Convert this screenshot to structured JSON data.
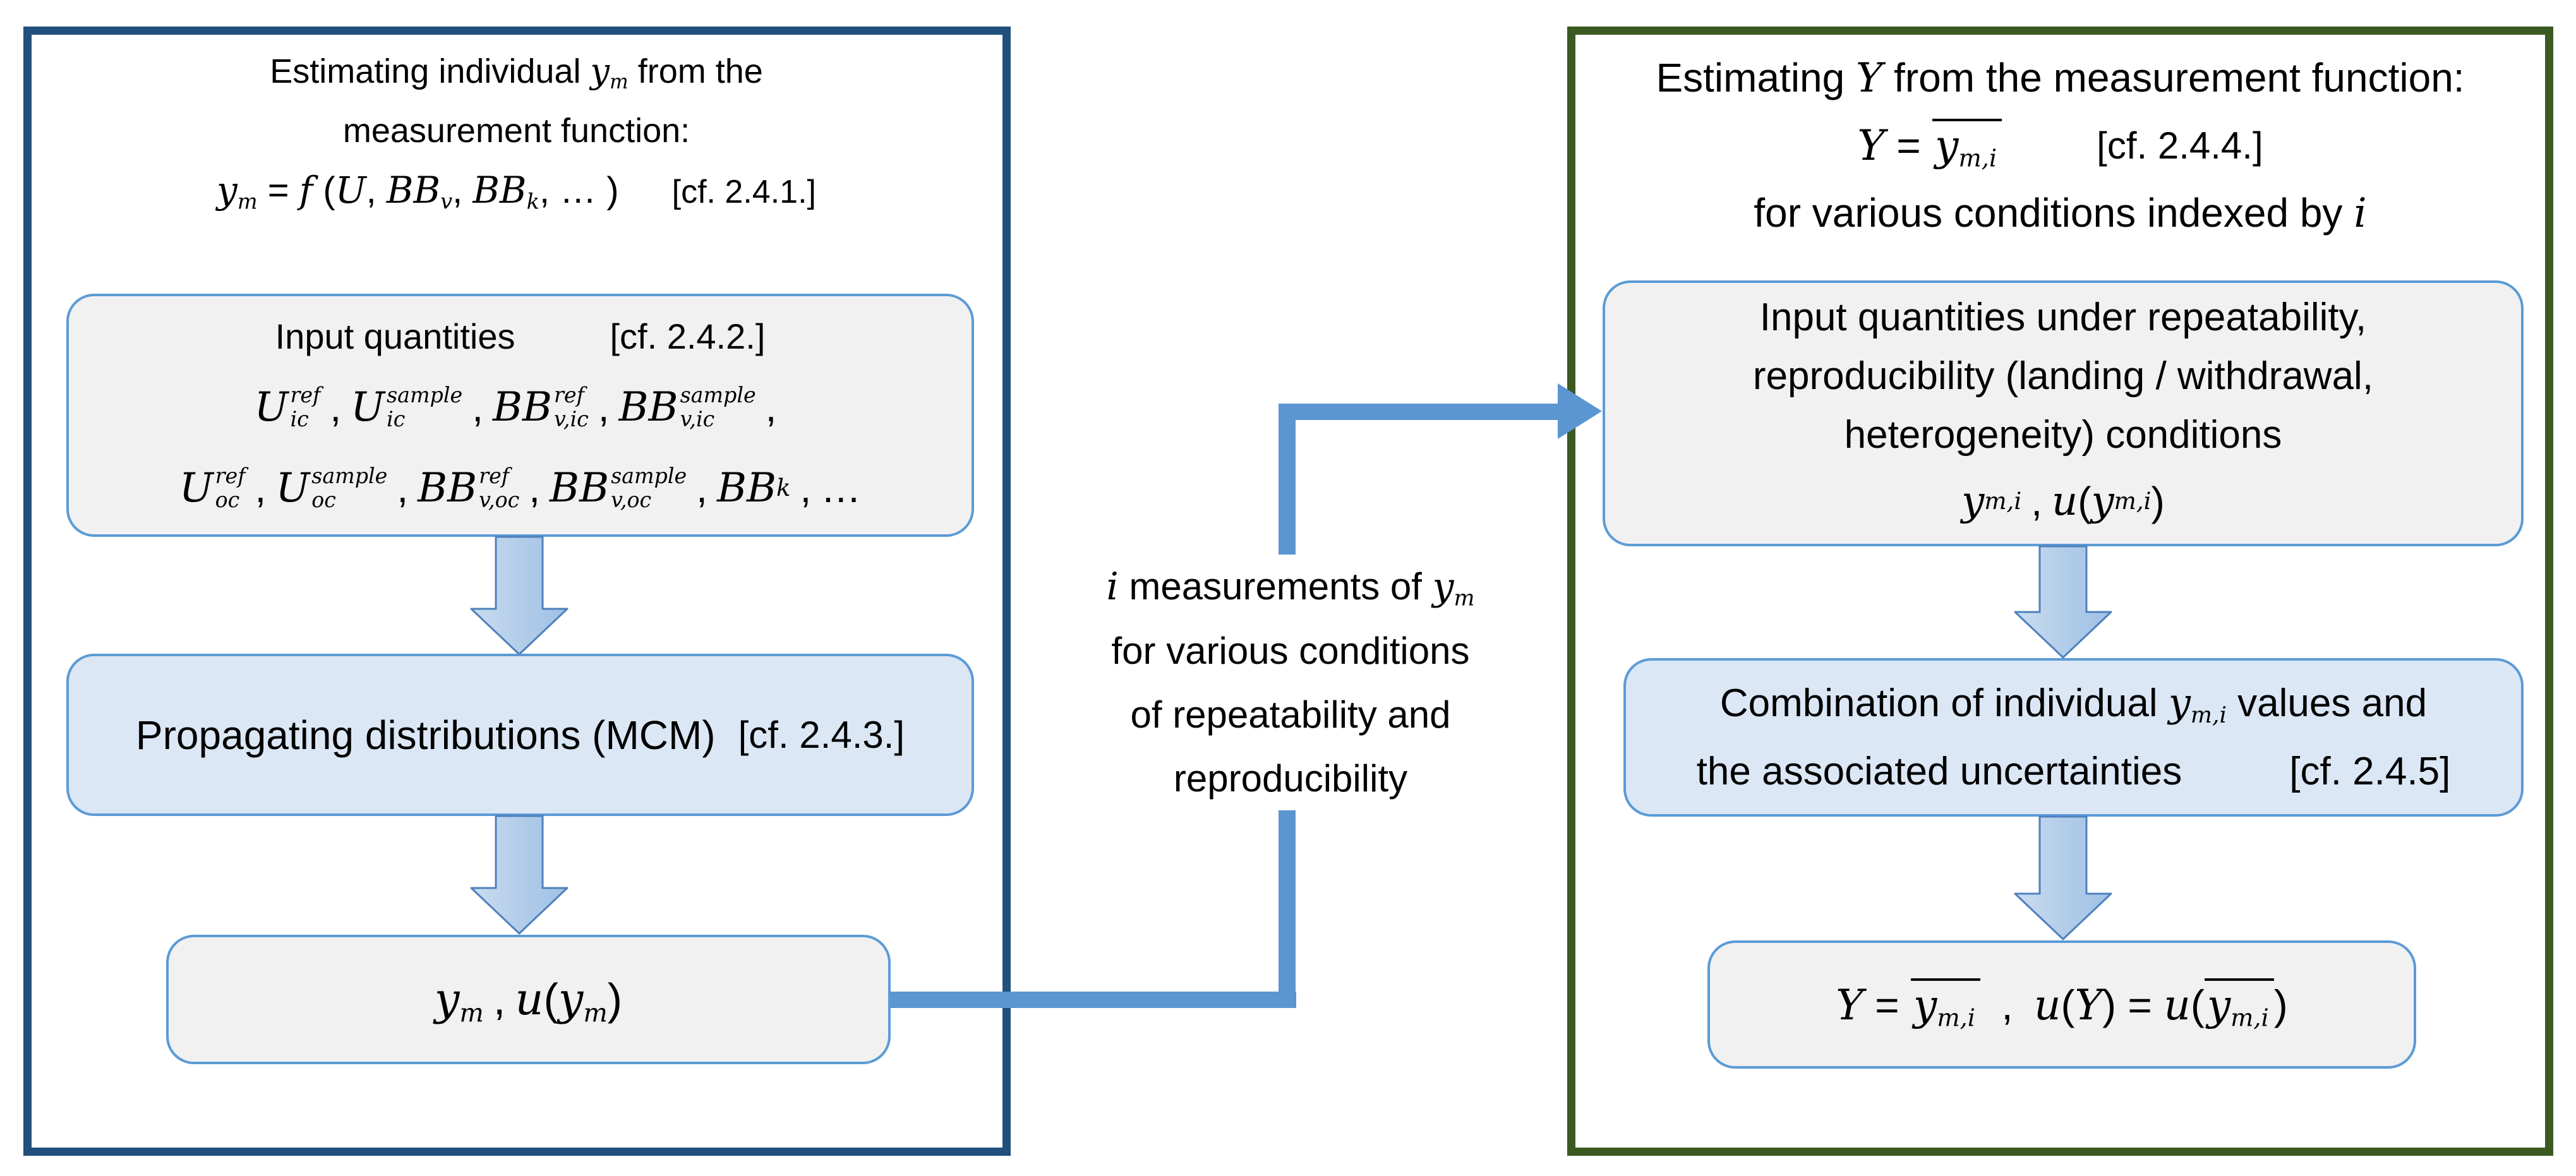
{
  "colors": {
    "left_panel_border": "#21507C",
    "right_panel_border": "#3B5A22",
    "box_border": "#5B9BD5",
    "box_fill_gray": "#F1F1F2",
    "box_fill_blue": "#DBE7F5",
    "connector": "#5B95D2",
    "arrow_fill_light": "#CBDDF0",
    "arrow_fill_dark": "#9FC1E5",
    "arrow_border": "#4E81BD",
    "text": "#000000"
  },
  "left_panel": {
    "title": {
      "line1_html": "Estimating individual <span class=\"v\">y</span><sub class=\"sb\">m</sub> from the",
      "line2": "measurement function:",
      "formula_html": "<span class=\"v\">y</span><sub class=\"sb\">m</sub> = <span class=\"v\">f</span> (<span class=\"v\">U</span>, <span class=\"v\">BB</span><sub class=\"sb\">v</sub>, <span class=\"v\">BB</span><sub class=\"sb\">k</sub>, … )<span class=\"cf\" style=\"margin-left:84px\">[cf. 2.4.1.]</span>"
    },
    "input_box": {
      "header": "Input quantities",
      "cf": "[cf. 2.4.2.]",
      "formula_line1_html": "<span class=\"v\">U</span><span class=\"ss\"><span class=\"up\">ref</span><span class=\"dn\">ic</span></span><span class=\"sp\">,</span><span class=\"v\">U</span><span class=\"ss\"><span class=\"up\">sample</span><span class=\"dn\">ic</span></span><span class=\"sp\">,</span><span class=\"v\">BB</span><span class=\"ss\"><span class=\"up\">ref</span><span class=\"dn\">v,ic</span></span><span class=\"sp\">,</span><span class=\"v\">BB</span><span class=\"ss\"><span class=\"up\">sample</span><span class=\"dn\">v,ic</span></span><span class=\"sp\">,</span>",
      "formula_line2_html": "<span class=\"v\">U</span><span class=\"ss\"><span class=\"up\">ref</span><span class=\"dn\">oc</span></span><span class=\"sp\">,</span><span class=\"v\">U</span><span class=\"ss\"><span class=\"up\">sample</span><span class=\"dn\">oc</span></span><span class=\"sp\">,</span><span class=\"v\">BB</span><span class=\"ss\"><span class=\"up\">ref</span><span class=\"dn\">v,oc</span></span><span class=\"sp\">,</span><span class=\"v\">BB</span><span class=\"ss\"><span class=\"up\">sample</span><span class=\"dn\">v,oc</span></span><span class=\"sp\">,</span><span class=\"v\">BB</span><sub class=\"sb\">k</sub><span class=\"sp\">,</span>…"
    },
    "mcm_box": {
      "label": "Propagating distributions (MCM)",
      "cf": "[cf. 2.4.3.]"
    },
    "result_box": {
      "formula_html": "<span class=\"v\">y</span><sub class=\"sb\">m</sub><span class=\"sp\">,</span><span class=\"v\">u</span>(<span class=\"v\">y</span><sub class=\"sb\">m</sub>)"
    }
  },
  "connector_label": {
    "line1_html": "<span class=\"v\">i</span> measurements of <span class=\"v\">y</span><sub class=\"sb\">m</sub>",
    "line2": "for various conditions",
    "line3": "of repeatability and",
    "line4": "reproducibility"
  },
  "right_panel": {
    "title": {
      "line1_html": "Estimating <span class=\"v\">Y</span> from the measurement function:",
      "formula_html": "<span class=\"v\">Y</span> = <span class=\"ov\"><span class=\"v\">y</span><sub class=\"sb\">m,i</sub></span>",
      "cf": "[cf. 2.4.4.]",
      "line3_html": "for various conditions indexed by <span class=\"v\">i</span>"
    },
    "input_box": {
      "line1": "Input quantities under repeatability,",
      "line2": "reproducibility (landing / withdrawal,",
      "line3": "heterogeneity) conditions",
      "formula_html": "<span class=\"v\">y</span><sub class=\"sb\">m,i</sub><span class=\"sp\">,</span><span class=\"v\">u</span>(<span class=\"v\">y</span><sub class=\"sb\">m,i</sub>)"
    },
    "comb_box": {
      "line1_html": "Combination of individual <span class=\"v\">y</span><sub class=\"sb\">m,i</sub> values and",
      "line2": "the associated uncertainties",
      "cf": "[cf. 2.4.5]"
    },
    "result_box": {
      "formula_html": "<span class=\"v\">Y</span> = <span class=\"ov\"><span class=\"v\">y</span><sub class=\"sb\">m,i</sub></span> <span class=\"sp\">,</span> <span class=\"v\">u</span>(<span class=\"v\">Y</span>) = <span class=\"v\">u</span>(<span class=\"ov\"><span class=\"v\">y</span><sub class=\"sb\">m,i</sub></span>)"
    }
  }
}
